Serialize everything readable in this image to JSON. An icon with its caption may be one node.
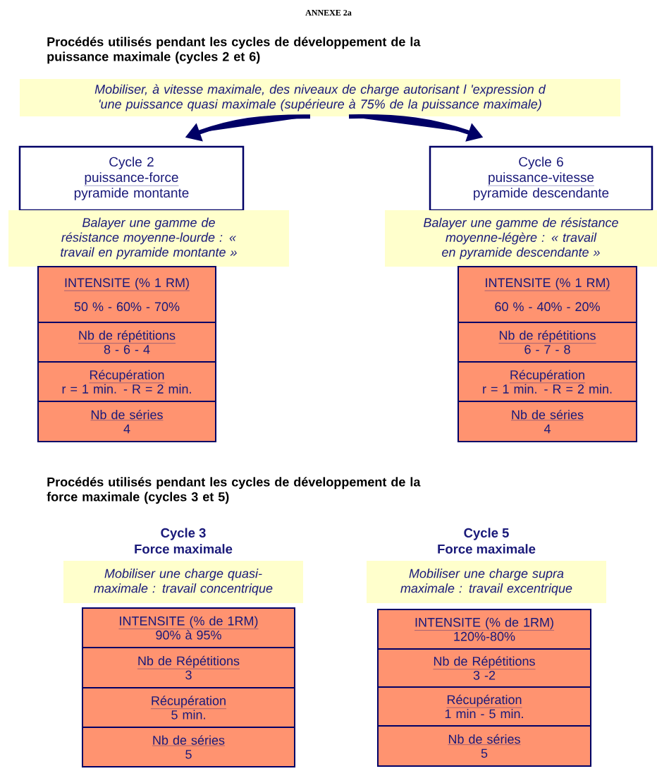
{
  "diagram": {
    "nodes": [
      {
        "text": [
          "Mobiliser, à vitesse maximale, des niveaux de charge autorisant l 'expression d 'une puissance quasi maximale (supérieure à 75% de la puissance maximale)"
        ]
      },
      {
        "text": [
          "Cycle 2",
          "puissance-force",
          "pyramide montante"
        ]
      },
      {
        "text": [
          "Cycle 6",
          "puissance-vitesse",
          "pyramide descendante"
        ]
      },
      {
        "text": [
          "Balayer une gamme de résistance moyenne-lourde : « travail en pyramide montante »"
        ]
      },
      {
        "text": [
          "Balayer une gamme de résistance moyenne-légère : « travail en pyramide descendante »"
        ]
      },
      {
        "text": [
          "INTENSITE (% 1 RM)",
          "50 % - 60% - 70%"
        ]
      },
      {
        "text": [
          "Nb de répétitions",
          "8 - 6 - 4"
        ]
      },
      {
        "text": [
          "Récupération",
          "r = 1 min. -  R = 2 min."
        ]
      },
      {
        "text": [
          "Nb de séries",
          "4"
        ]
      },
      {
        "text": [
          "INTENSITE (% 1 RM)",
          "60 % - 40% - 20%"
        ]
      },
      {
        "text": [
          "Nb de répétitions",
          "6 - 7 - 8"
        ]
      },
      {
        "text": [
          "Récupération",
          "r = 1 min. -  R = 2 min."
        ]
      },
      {
        "text": [
          "Nb de séries",
          "4"
        ]
      },
      {
        "text": [
          "Mobiliser une charge quasi-maximale : travail concentrique"
        ],
        "beside": [
          "Cycle 3",
          "Force maximale"
        ]
      },
      {
        "text": [
          "Mobiliser une charge supra maximale : travail excentrique"
        ],
        "beside": [
          "Cycle 5",
          "Force maximale"
        ]
      },
      {
        "text": [
          "INTENSITE (% de 1RM)",
          "90% à 95%"
        ]
      },
      {
        "text": [
          "Nb de Répétitions",
          "3"
        ]
      },
      {
        "text": [
          "Récupération",
          "5 min."
        ]
      },
      {
        "text": [
          "Nb de séries",
          "5"
        ]
      },
      {
        "text": [
          "INTENSITE (% de 1RM)",
          "120%-80%"
        ]
      },
      {
        "text": [
          "Nb de Répétitions",
          "3 -2"
        ]
      },
      {
        "text": [
          "Récupération",
          "1 min - 5 min."
        ]
      },
      {
        "text": [
          "Nb de séries",
          "5"
        ]
      }
    ],
    "edges": [
      {
        "from": 0,
        "to": 1,
        "arrow": "to",
        "style": "thick"
      },
      {
        "from": 0,
        "to": 2,
        "arrow": "to",
        "style": "thick"
      }
    ],
    "labels": [
      "ANNEXE 2a",
      "Procédés utilisés pendant les cycles de développement de la puissance maximale (cycles 2 et 6)",
      "Procédés utilisés pendant les cycles de développement de la force maximale (cycles 3 et 5)"
    ]
  }
}
